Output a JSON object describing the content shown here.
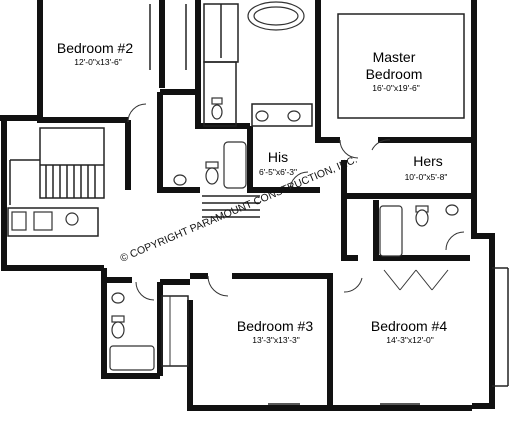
{
  "rooms": {
    "bedroom2": {
      "name": "Bedroom #2",
      "dim": "12'-0\"x13'-6\""
    },
    "master": {
      "name_line1": "Master",
      "name_line2": "Bedroom",
      "dim": "16'-0\"x19'-6\""
    },
    "his": {
      "name": "His",
      "dim": "6'-5\"x6'-3\""
    },
    "hers": {
      "name": "Hers",
      "dim": "10'-0\"x5'-8\""
    },
    "bedroom3": {
      "name": "Bedroom #3",
      "dim": "13'-3\"x13'-3\""
    },
    "bedroom4": {
      "name": "Bedroom #4",
      "dim": "14'-3\"x12'-0\""
    }
  },
  "watermark": "© COPYRIGHT PARAMOUNT CONSTRUCTION, INC."
}
